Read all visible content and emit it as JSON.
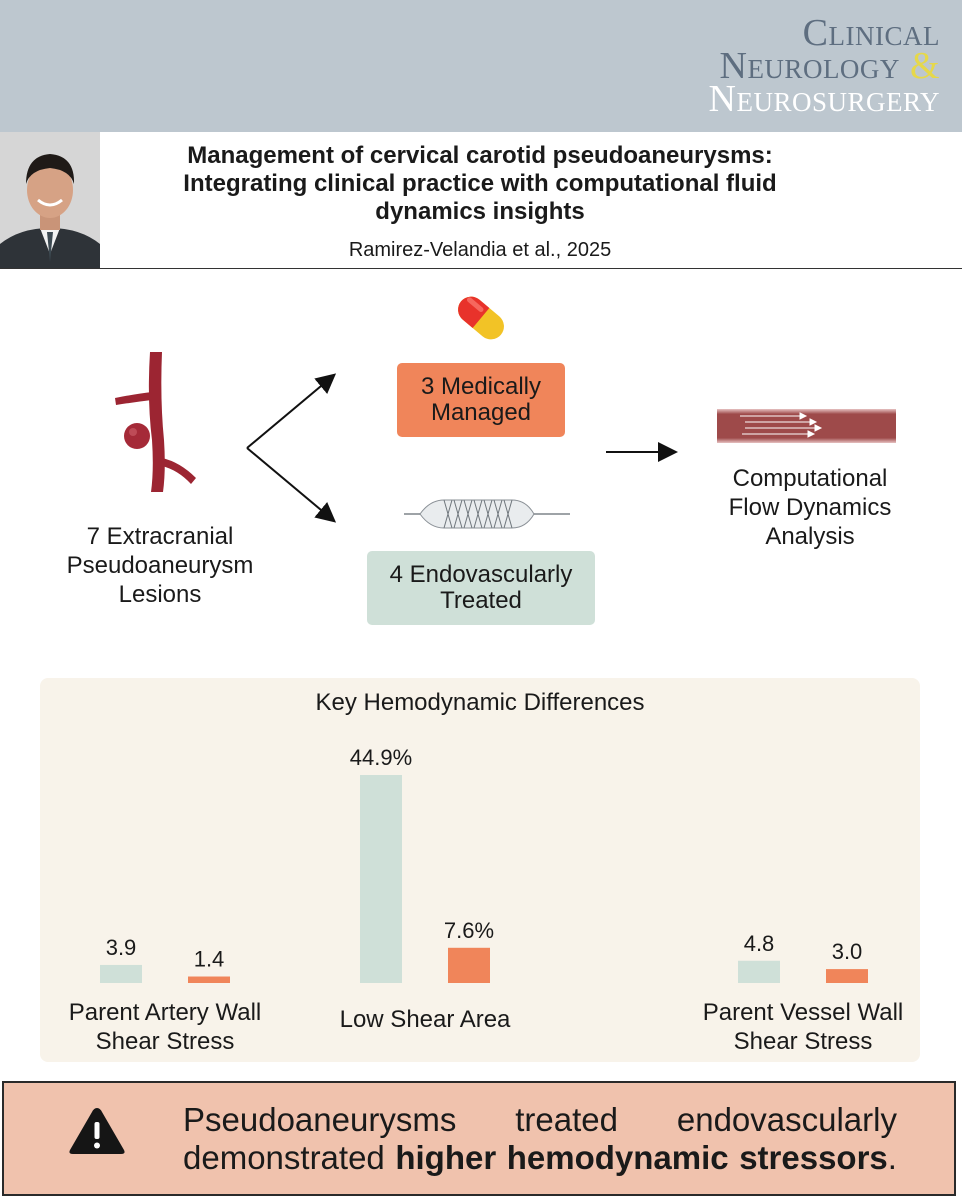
{
  "journal": {
    "line1": "Clinical",
    "line2_word": "Neurology",
    "line2_amp": "&",
    "line3": "Neurosurgery"
  },
  "paper": {
    "title_lines": [
      "Management of cervical carotid pseudoaneurysms:",
      "Integrating clinical practice with computational fluid",
      "dynamics insights"
    ],
    "author": "Ramirez-Velandia et al., 2025"
  },
  "flow": {
    "lesions_lines": [
      "7 Extracranial",
      "Pseudoaneurysm",
      "Lesions"
    ],
    "medical_lines": [
      "3 Medically",
      "Managed"
    ],
    "endo_lines": [
      "4 Endovascularly",
      "Treated"
    ],
    "cfd_lines": [
      "Computational",
      "Flow Dynamics",
      "Analysis"
    ]
  },
  "chart_data": {
    "type": "bar",
    "title": "Key Hemodynamic Differences",
    "categories": [
      [
        "Parent Artery Wall",
        "Shear Stress"
      ],
      [
        "Low Shear Area"
      ],
      [
        "Parent Vessel Wall",
        "Shear Stress"
      ]
    ],
    "series": [
      {
        "values": [
          3.9,
          44.9,
          4.8
        ],
        "labels": [
          "3.9",
          "44.9%",
          "4.8"
        ]
      },
      {
        "values": [
          1.4,
          7.6,
          3.0
        ],
        "labels": [
          "1.4",
          "7.6%",
          "3.0"
        ]
      }
    ],
    "colors": [
      "#cfe0d8",
      "#f0855a"
    ]
  },
  "conclusion": {
    "line1_words": [
      "Pseudoaneurysms",
      "treated",
      "endovascularly"
    ],
    "line2_words": [
      "demonstrated"
    ],
    "line2_bold_words": [
      "higher",
      "hemodynamic",
      "stressors"
    ],
    "line2_end": "."
  },
  "icons": {
    "warning": "warning-triangle-icon",
    "pill": "pill-icon",
    "stent": "stent-balloon-icon",
    "artery": "carotid-artery-icon",
    "vessel": "vessel-flow-icon"
  }
}
